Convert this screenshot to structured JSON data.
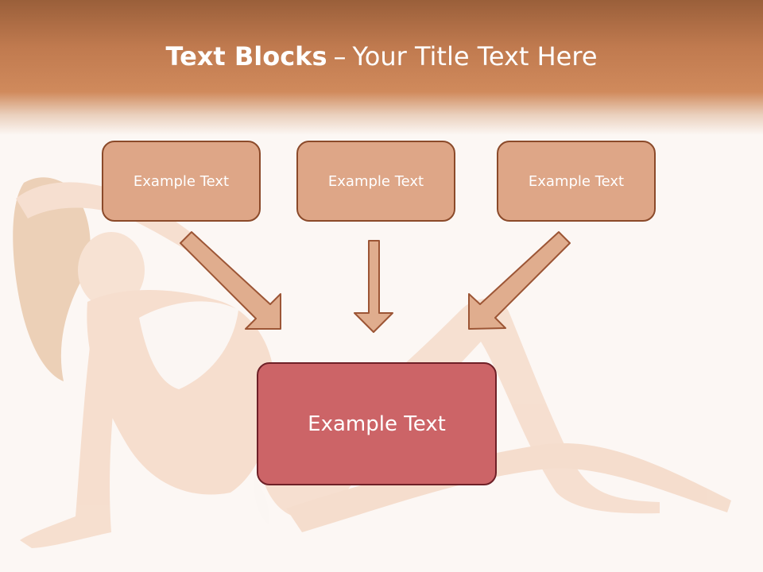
{
  "slide": {
    "title_bold": "Text Blocks",
    "title_separator": "–",
    "title_rest": "Your Title Text Here"
  },
  "blocks": [
    {
      "label": "Example Text"
    },
    {
      "label": "Example Text"
    },
    {
      "label": "Example Text"
    }
  ],
  "target_block": {
    "label": "Example Text"
  },
  "colors": {
    "header_top": "#9a5f3a",
    "header_bottom": "#d08a5c",
    "block_fill": "#dea687",
    "block_border": "#8b4a2a",
    "target_fill": "#cc6467",
    "target_border": "#6e2027",
    "arrow_fill": "#e0ad8e",
    "arrow_stroke": "#9c5535"
  },
  "background_image": "seated-woman-photo"
}
